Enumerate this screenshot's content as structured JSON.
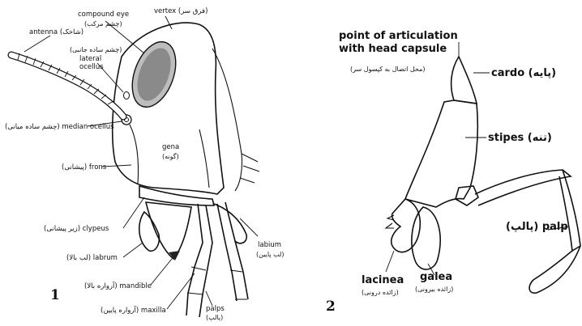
{
  "figure1": {
    "number": "1",
    "labels": {
      "compound_eye_en": "compound eye",
      "compound_eye_fa": "(چشم مرکب)",
      "vertex": "vertex (فرق سر)",
      "antenna": "antenna (شاخک)",
      "lateral_ocellus_fa": "(چشم ساده جانبی)",
      "lateral_ocellus_en_1": "lateral",
      "lateral_ocellus_en_2": "ocellus",
      "median_ocellus": "(چشم ساده میانی) median ocellus",
      "gena_en": "gena",
      "gena_fa": "(گونه)",
      "frons": "(پیشانی) frons",
      "clypeus": "(زیر پیشانی) clypeus",
      "labrum": "(لب بالا) labrum",
      "mandible": "(آرواره بالا) mandible",
      "maxilla": "(آرواره پایین) maxilla",
      "labium_en": "labium",
      "labium_fa": "(لب پایین)",
      "palps_en": "palps",
      "palps_fa": "(پالپ)"
    }
  },
  "figure2": {
    "number": "2",
    "labels": {
      "articulation_1": "point of articulation",
      "articulation_2": "with head capsule",
      "articulation_fa": "(محل اتصال به کپسول سر)",
      "cardo": "cardo (پایه)",
      "stipes": "stipes (تنه)",
      "palp": "(پالپ) palp",
      "lacinea_en": "lacinea",
      "lacinea_fa": "(زائده درونی)",
      "galea_en": "galea",
      "galea_fa": "(زائده بیرونی)"
    }
  }
}
